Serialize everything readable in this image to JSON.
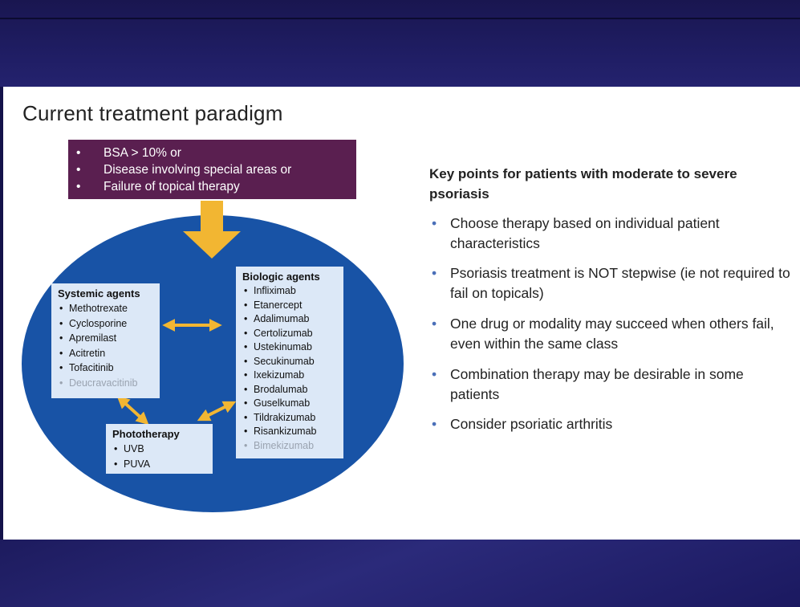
{
  "slide": {
    "title": "Current treatment paradigm"
  },
  "criteria": {
    "items": [
      "BSA > 10% or",
      "Disease involving special areas or",
      "Failure of topical therapy"
    ]
  },
  "systemic": {
    "header": "Systemic agents",
    "items": [
      "Methotrexate",
      "Cyclosporine",
      "Apremilast",
      "Acitretin",
      "Tofacitinib"
    ],
    "muted_item": "Deucravacitinib"
  },
  "biologic": {
    "header": "Biologic agents",
    "items": [
      "Infliximab",
      "Etanercept",
      "Adalimumab",
      "Certolizumab",
      "Ustekinumab",
      "Secukinumab",
      "Ixekizumab",
      "Brodalumab",
      "Guselkumab",
      "Tildrakizumab",
      "Risankizumab"
    ],
    "muted_item": "Bimekizumab"
  },
  "phototherapy": {
    "header": "Phototherapy",
    "items": [
      "UVB",
      "PUVA"
    ]
  },
  "key_points": {
    "title": "Key points for patients with moderate to severe psoriasis",
    "items": [
      "Choose therapy based on individual patient characteristics",
      "Psoriasis treatment is NOT stepwise (ie not required to fail on topicals)",
      "One drug or modality may succeed when others fail, even within the same class",
      "Combination therapy may be desirable in some patients",
      "Consider psoriatic arthritis"
    ]
  },
  "colors": {
    "criteria_bg": "#5a1f50",
    "ellipse": "#1853a6",
    "box_bg": "#dce8f7",
    "arrow": "#f2b632",
    "band": "#1f1d63"
  }
}
